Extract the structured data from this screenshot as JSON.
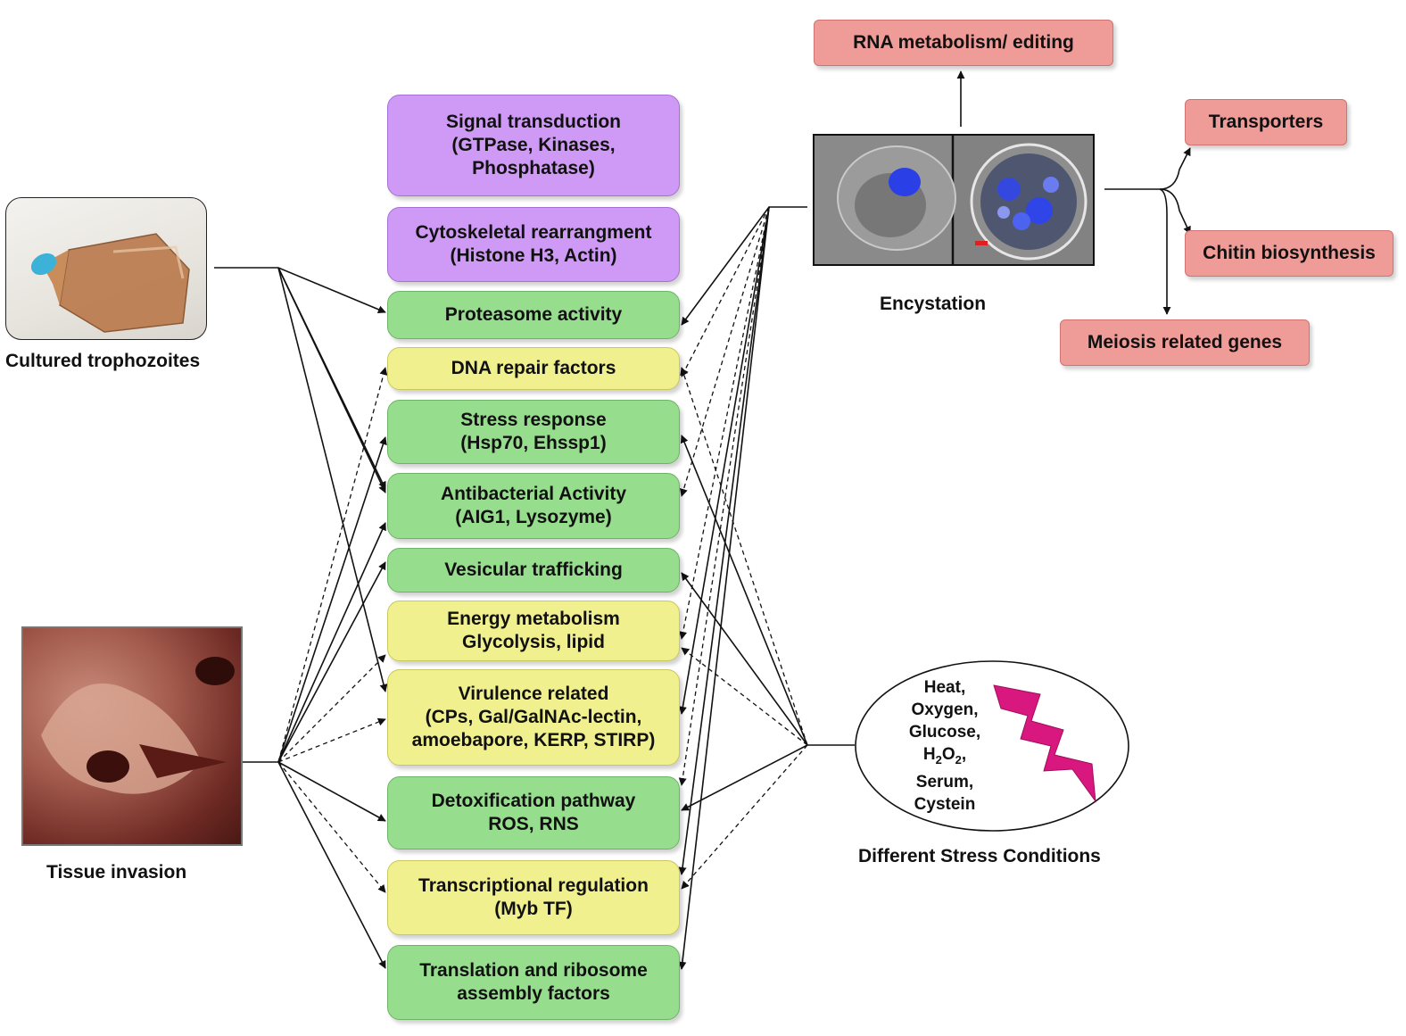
{
  "center_boxes": {
    "signal": [
      "Signal transduction",
      "(GTPase, Kinases,",
      "Phosphatase)"
    ],
    "cytoskeletal": [
      "Cytoskeletal rearrangment",
      "(Histone H3, Actin)"
    ],
    "proteasome": [
      "Proteasome activity"
    ],
    "dna_repair": [
      "DNA repair factors"
    ],
    "stress_response": [
      "Stress response",
      "(Hsp70, Ehssp1)"
    ],
    "antibacterial": [
      "Antibacterial Activity",
      "(AIG1, Lysozyme)"
    ],
    "vesicular": [
      "Vesicular trafficking"
    ],
    "energy": [
      "Energy metabolism",
      "Glycolysis, lipid"
    ],
    "virulence": [
      "Virulence related",
      "(CPs, Gal/GalNAc-lectin,",
      "amoebapore, KERP, STIRP)"
    ],
    "detox": [
      "Detoxification pathway",
      "ROS, RNS"
    ],
    "transcription": [
      "Transcriptional regulation",
      "(Myb TF)"
    ],
    "translation": [
      "Translation and ribosome",
      "assembly factors"
    ]
  },
  "encystation_boxes": {
    "rna": "RNA metabolism/ editing",
    "transporters": "Transporters",
    "chitin": "Chitin biosynthesis",
    "meiosis": "Meiosis related genes"
  },
  "captions": {
    "cultured": "Cultured trophozoites",
    "tissue": "Tissue invasion",
    "encystation": "Encystation",
    "stress_conditions": "Different Stress Conditions"
  },
  "stress_list": {
    "heat": "Heat,",
    "oxygen": "Oxygen,",
    "glucose": "Glucose,",
    "h2o2_h": "H",
    "h2o2_2a": "2",
    "h2o2_o": "O",
    "h2o2_2b": "2",
    "h2o2_comma": ",",
    "serum": "Serum,",
    "cystein": "Cystein"
  },
  "colors": {
    "purple": "#cf9af5",
    "green": "#97dd8e",
    "yellow": "#f0f08f",
    "red": "#ef9b97",
    "lightning": "#d8177f",
    "nucleus_stain": "#2a3fe6"
  },
  "icons": [
    "flask-photo",
    "tissue-photo",
    "cell-micrograph",
    "lightning-icon"
  ]
}
